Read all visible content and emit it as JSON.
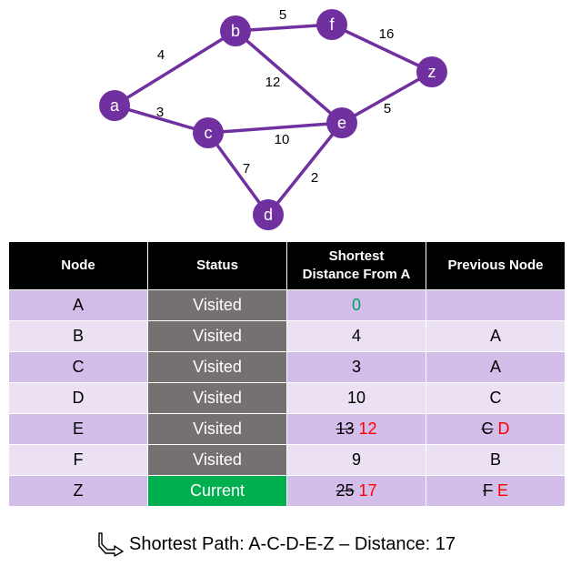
{
  "graph": {
    "nodes": [
      {
        "id": "a",
        "label": "a"
      },
      {
        "id": "b",
        "label": "b"
      },
      {
        "id": "c",
        "label": "c"
      },
      {
        "id": "d",
        "label": "d"
      },
      {
        "id": "e",
        "label": "e"
      },
      {
        "id": "f",
        "label": "f"
      },
      {
        "id": "z",
        "label": "z"
      }
    ],
    "edges": [
      {
        "from": "a",
        "to": "b",
        "weight": "4"
      },
      {
        "from": "a",
        "to": "c",
        "weight": "3"
      },
      {
        "from": "b",
        "to": "f",
        "weight": "5"
      },
      {
        "from": "b",
        "to": "e",
        "weight": "12"
      },
      {
        "from": "c",
        "to": "e",
        "weight": "10"
      },
      {
        "from": "c",
        "to": "d",
        "weight": "7"
      },
      {
        "from": "d",
        "to": "e",
        "weight": "2"
      },
      {
        "from": "e",
        "to": "z",
        "weight": "5"
      },
      {
        "from": "f",
        "to": "z",
        "weight": "16"
      }
    ],
    "node_color": "#7030a0"
  },
  "table": {
    "headers": {
      "node": "Node",
      "status": "Status",
      "distance_line1": "Shortest",
      "distance_line2": "Distance From A",
      "previous": "Previous Node"
    },
    "rows": [
      {
        "node": "A",
        "status": "Visited",
        "distance": "0",
        "previous": ""
      },
      {
        "node": "B",
        "status": "Visited",
        "distance": "4",
        "previous": "A"
      },
      {
        "node": "C",
        "status": "Visited",
        "distance": "3",
        "previous": "A"
      },
      {
        "node": "D",
        "status": "Visited",
        "distance": "10",
        "previous": "C"
      },
      {
        "node": "E",
        "status": "Visited",
        "distance_old": "13",
        "distance": "12",
        "previous_old": "C",
        "previous": "D"
      },
      {
        "node": "F",
        "status": "Visited",
        "distance": "9",
        "previous": "B"
      },
      {
        "node": "Z",
        "status": "Current",
        "distance_old": "25",
        "distance": "17",
        "previous_old": "F",
        "previous": "E"
      }
    ],
    "colors": {
      "header_bg": "#000000",
      "row_dark": "#d3bde9",
      "row_light": "#ebe1f3",
      "visited": "#767171",
      "current": "#00b050",
      "updated_value": "#ff0000",
      "start_distance": "#00a060"
    }
  },
  "footer": {
    "icon": "curved-arrow-icon",
    "text": "Shortest Path: A-C-D-E-Z – Distance: 17"
  }
}
